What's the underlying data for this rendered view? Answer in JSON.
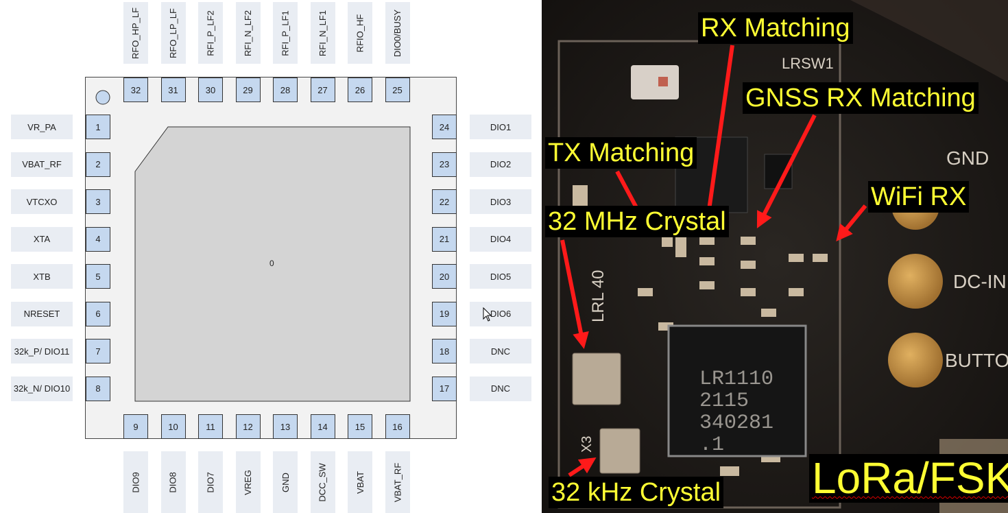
{
  "pinout": {
    "center_label": "0",
    "top_pins": [
      {
        "num": "32",
        "name": "RFO_HP_LF"
      },
      {
        "num": "31",
        "name": "RFO_LP_LF"
      },
      {
        "num": "30",
        "name": "RFI_P_LF2"
      },
      {
        "num": "29",
        "name": "RFI_N_LF2"
      },
      {
        "num": "28",
        "name": "RFI_P_LF1"
      },
      {
        "num": "27",
        "name": "RFI_N_LF1"
      },
      {
        "num": "26",
        "name": "RFIO_HF"
      },
      {
        "num": "25",
        "name": "DIO0/BUSY"
      }
    ],
    "left_pins": [
      {
        "num": "1",
        "name": "VR_PA"
      },
      {
        "num": "2",
        "name": "VBAT_RF"
      },
      {
        "num": "3",
        "name": "VTCXO"
      },
      {
        "num": "4",
        "name": "XTA"
      },
      {
        "num": "5",
        "name": "XTB"
      },
      {
        "num": "6",
        "name": "NRESET"
      },
      {
        "num": "7",
        "name": "32k_P/ DIO11"
      },
      {
        "num": "8",
        "name": "32k_N/ DIO10"
      }
    ],
    "right_pins": [
      {
        "num": "24",
        "name": "DIO1"
      },
      {
        "num": "23",
        "name": "DIO2"
      },
      {
        "num": "22",
        "name": "DIO3"
      },
      {
        "num": "21",
        "name": "DIO4"
      },
      {
        "num": "20",
        "name": "DIO5"
      },
      {
        "num": "19",
        "name": "DIO6"
      },
      {
        "num": "18",
        "name": "DNC"
      },
      {
        "num": "17",
        "name": "DNC"
      }
    ],
    "bottom_pins": [
      {
        "num": "9",
        "name": "DIO9"
      },
      {
        "num": "10",
        "name": "DIO8"
      },
      {
        "num": "11",
        "name": "DIO7"
      },
      {
        "num": "12",
        "name": "VREG"
      },
      {
        "num": "13",
        "name": "GND"
      },
      {
        "num": "14",
        "name": "DCC_SW"
      },
      {
        "num": "15",
        "name": "VBAT"
      },
      {
        "num": "16",
        "name": "VBAT_RF"
      }
    ]
  },
  "photo": {
    "chip_marking": [
      "LR1110",
      "2115",
      "340281",
      ".1"
    ],
    "silkscreen": {
      "lrsw": "LRSW1",
      "gnd": "GND",
      "dcin": "DC-IN",
      "button": "BUTTO",
      "lrl": "LRL 40",
      "x3": "X3"
    },
    "callouts": {
      "rx_matching": "RX Matching",
      "gnss_rx_matching": "GNSS RX Matching",
      "tx_matching": "TX Matching",
      "wifi_rx": "WiFi RX",
      "crystal_32mhz": "32 MHz Crystal",
      "crystal_32khz": "32 kHz Crystal",
      "lora_fsk": "LoRa/FSK"
    }
  },
  "colors": {
    "pin_fill": "#c5d8ef",
    "label_fill": "#e9edf3",
    "callout_text": "#ffff33",
    "arrow": "#ff1a1a",
    "pcb": "#1e1b18"
  }
}
